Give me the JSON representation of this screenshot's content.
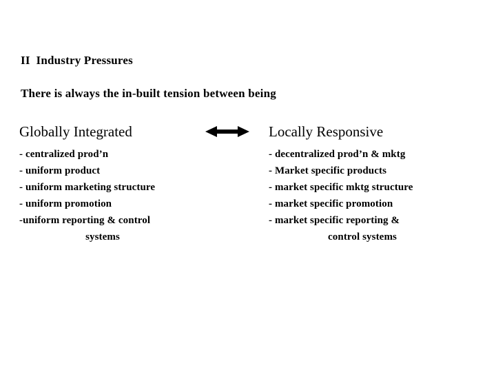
{
  "slide": {
    "title": "II  Industry Pressures",
    "subtitle": "There is always the in-built tension between being",
    "background_color": "#ffffff",
    "text_color": "#000000"
  },
  "left_column": {
    "heading": "Globally Integrated",
    "bullets": [
      "- centralized prod’n",
      "- uniform product",
      "- uniform marketing structure",
      "- uniform promotion",
      "-uniform reporting & control"
    ],
    "continuation": "systems"
  },
  "right_column": {
    "heading": "Locally Responsive",
    "bullets": [
      "- decentralized prod’n & mktg",
      "- Market specific products",
      "- market specific mktg structure",
      "- market specific promotion",
      "- market specific reporting &"
    ],
    "continuation": "control systems"
  },
  "connector": {
    "icon": "double-headed-arrow-icon",
    "color": "#000000"
  }
}
